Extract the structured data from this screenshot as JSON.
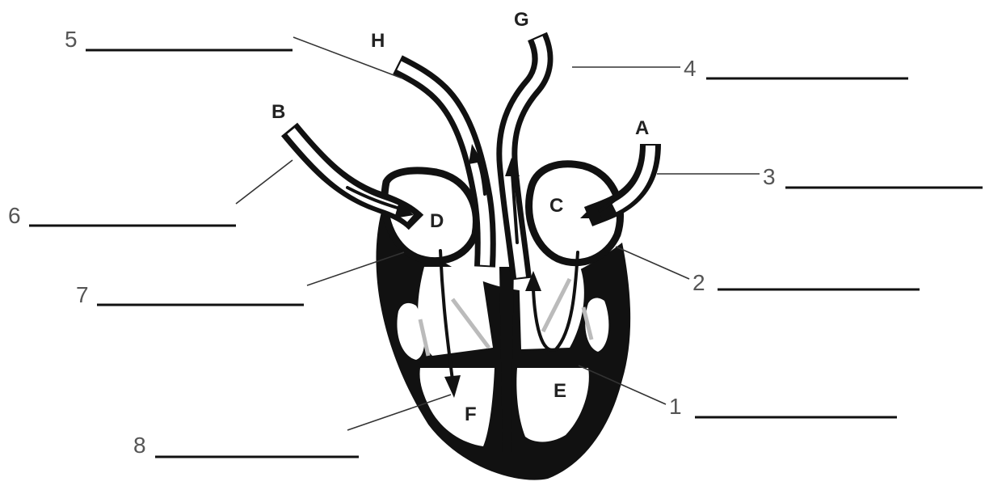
{
  "labels": {
    "letters": {
      "a": "A",
      "b": "B",
      "c": "C",
      "d": "D",
      "e": "E",
      "f": "F",
      "g": "G",
      "h": "H"
    },
    "numbers": {
      "n1": "1",
      "n2": "2",
      "n3": "3",
      "n4": "4",
      "n5": "5",
      "n6": "6",
      "n7": "7",
      "n8": "8"
    }
  },
  "colors": {
    "ink": "#111111",
    "label_gray": "#555555",
    "background": "#ffffff"
  }
}
